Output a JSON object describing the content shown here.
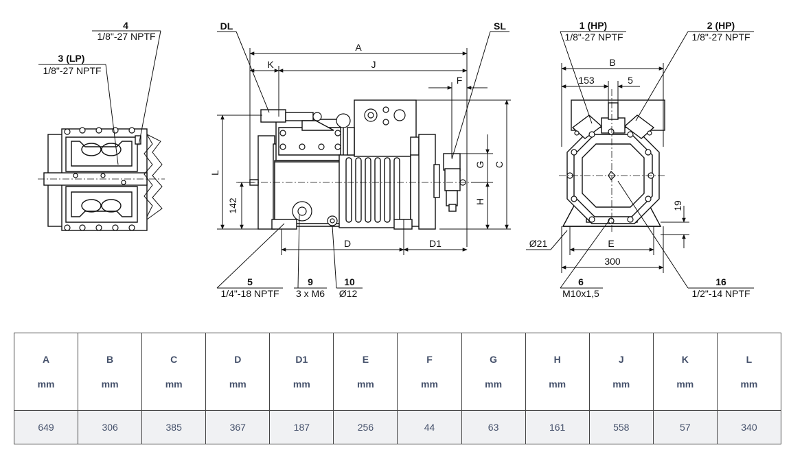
{
  "drawing": {
    "callouts": [
      {
        "id": "4",
        "spec": "1/8\"-27 NPTF"
      },
      {
        "id": "3 (LP)",
        "spec": "1/8\"-27 NPTF"
      },
      {
        "id": "DL",
        "spec": ""
      },
      {
        "id": "SL",
        "spec": ""
      },
      {
        "id": "5",
        "spec": "1/4\"-18 NPTF"
      },
      {
        "id": "9",
        "spec": "3 x M6"
      },
      {
        "id": "10",
        "spec": "Ø12"
      },
      {
        "id": "1 (HP)",
        "spec": "1/8\"-27 NPTF"
      },
      {
        "id": "2 (HP)",
        "spec": "1/8\"-27 NPTF"
      },
      {
        "id": "6",
        "spec": "M10x1,5"
      },
      {
        "id": "16",
        "spec": "1/2\"-14 NPTF"
      }
    ],
    "dims": {
      "A": "A",
      "J": "J",
      "K": "K",
      "F": "F",
      "L": "L",
      "C": "C",
      "G": "G",
      "H": "H",
      "D": "D",
      "D1": "D1",
      "B": "B",
      "E": "E",
      "v142": "142",
      "v153": "153",
      "v5": "5",
      "v19": "19",
      "v300": "300",
      "v21": "Ø21"
    }
  },
  "table": {
    "unit": "mm",
    "columns": [
      "A",
      "B",
      "C",
      "D",
      "D1",
      "E",
      "F",
      "G",
      "H",
      "J",
      "K",
      "L"
    ],
    "values": [
      "649",
      "306",
      "385",
      "367",
      "187",
      "256",
      "44",
      "63",
      "161",
      "558",
      "57",
      "340"
    ]
  }
}
